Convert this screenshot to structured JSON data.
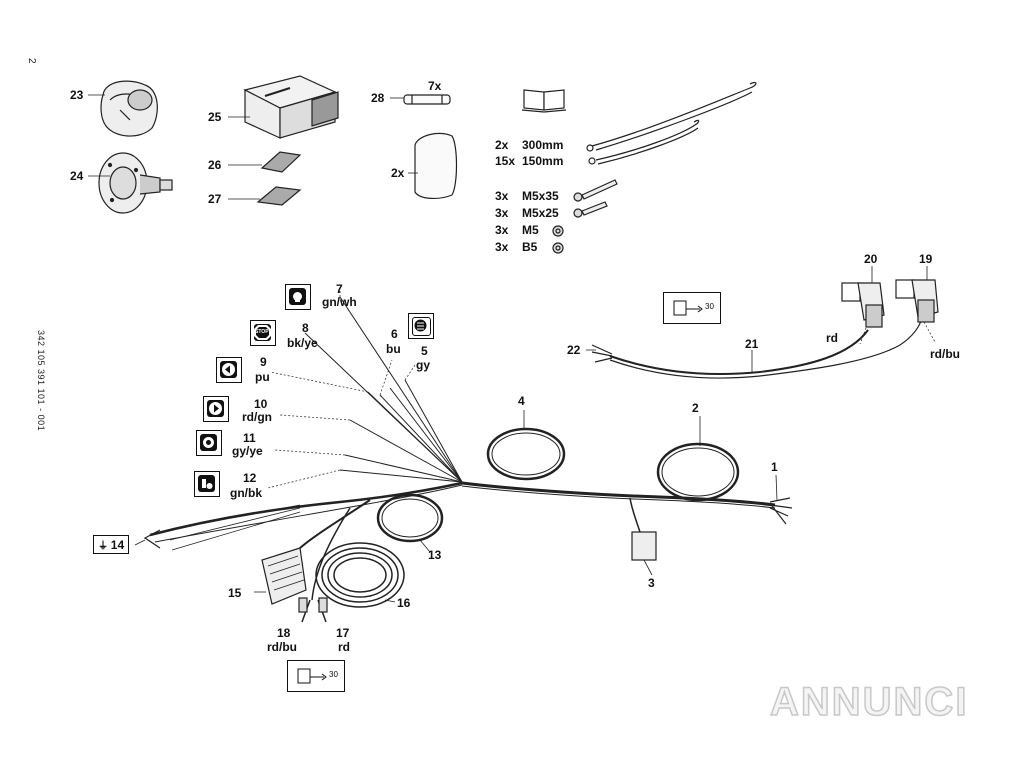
{
  "page_number": "2",
  "doc_code": "342 105 391 101 - 001",
  "parts": {
    "p1": "1",
    "p2": "2",
    "p3": "3",
    "p4": "4",
    "p13": "13",
    "p14": "14",
    "p15": "15",
    "p16": "16",
    "p19": "19",
    "p20": "20",
    "p21": "21",
    "p22": "22",
    "p23": "23",
    "p24": "24",
    "p25": "25",
    "p26": "26",
    "p27": "27",
    "p28": "28"
  },
  "fuse_qty": "7x",
  "gasket_qty": "2x",
  "hardware": [
    {
      "qty": "2x",
      "spec": "300mm"
    },
    {
      "qty": "15x",
      "spec": "150mm"
    },
    {
      "qty": "3x",
      "spec": "M5x35"
    },
    {
      "qty": "3x",
      "spec": "M5x25"
    },
    {
      "qty": "3x",
      "spec": "M5"
    },
    {
      "qty": "3x",
      "spec": "B5"
    }
  ],
  "wires": [
    {
      "num": "7",
      "color": "gn/wh"
    },
    {
      "num": "8",
      "color": "bk/ye"
    },
    {
      "num": "6",
      "color": "bu"
    },
    {
      "num": "5",
      "color": "gy"
    },
    {
      "num": "9",
      "color": "pu"
    },
    {
      "num": "10",
      "color": "rd/gn"
    },
    {
      "num": "11",
      "color": "gy/ye"
    },
    {
      "num": "12",
      "color": "gn/bk"
    }
  ],
  "stop_text": "STOP",
  "wire_19_color": "rd/bu",
  "wire_20_color": "rd",
  "wire_17": {
    "num": "17",
    "color": "rd"
  },
  "wire_18": {
    "num": "18",
    "color": "rd/bu"
  },
  "badge_text": "30",
  "watermark": "ANNUNCI"
}
